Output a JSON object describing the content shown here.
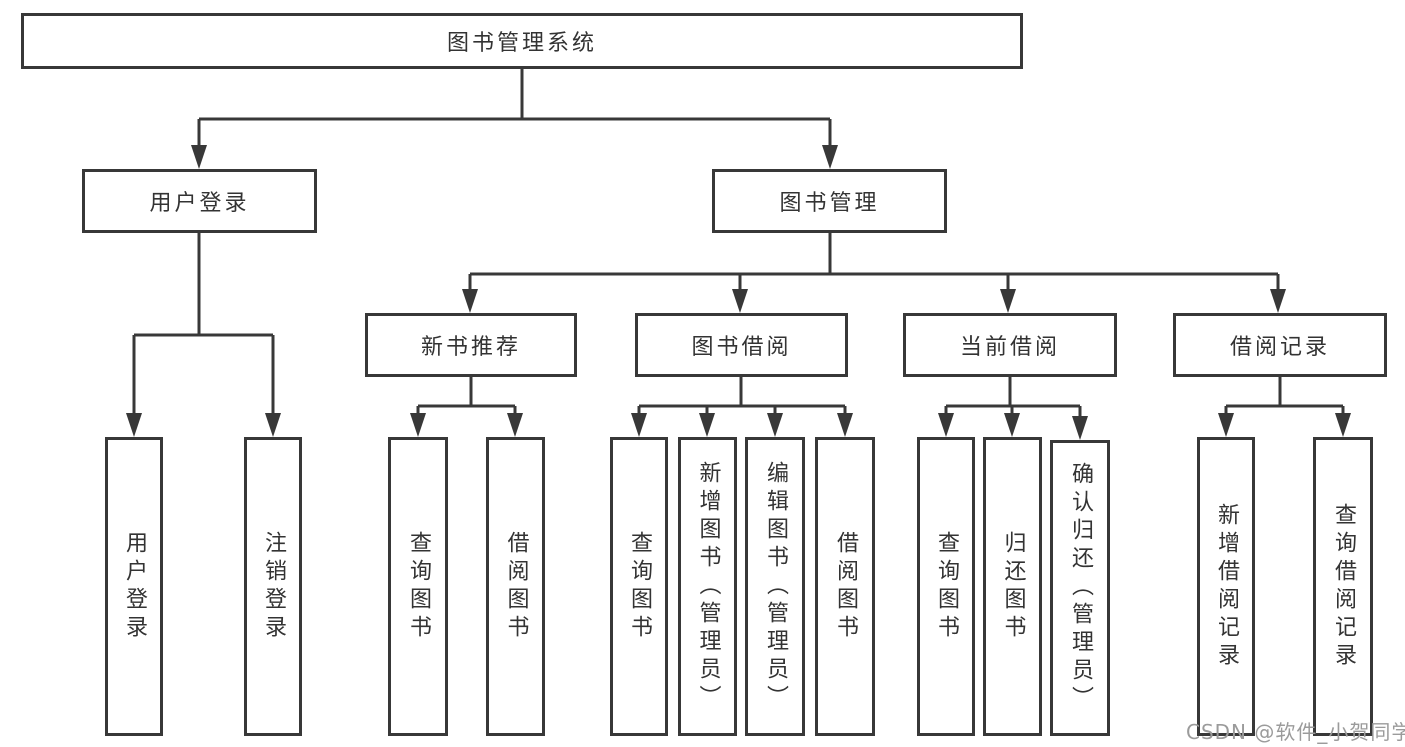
{
  "tree": {
    "label": "图书管理系统",
    "children": [
      {
        "label": "用户登录",
        "children": [
          {
            "label": "用户登录"
          },
          {
            "label": "注销登录"
          }
        ]
      },
      {
        "label": "图书管理",
        "children": [
          {
            "label": "新书推荐",
            "children": [
              {
                "label": "查询图书"
              },
              {
                "label": "借阅图书"
              }
            ]
          },
          {
            "label": "图书借阅",
            "children": [
              {
                "label": "查询图书"
              },
              {
                "label": "新增图书（管理员）"
              },
              {
                "label": "编辑图书（管理员）"
              },
              {
                "label": "借阅图书"
              }
            ]
          },
          {
            "label": "当前借阅",
            "children": [
              {
                "label": "查询图书"
              },
              {
                "label": "归还图书"
              },
              {
                "label": "确认归还（管理员）"
              }
            ]
          },
          {
            "label": "借阅记录",
            "children": [
              {
                "label": "新增借阅记录"
              },
              {
                "label": "查询借阅记录"
              }
            ]
          }
        ]
      }
    ]
  },
  "watermark": {
    "text": "CSDN @软件_小贺同学"
  },
  "colors": {
    "line": "#383838",
    "box_border": "#383838",
    "text": "#333333",
    "watermark": "#9b9b9b",
    "background": "#ffffff"
  }
}
